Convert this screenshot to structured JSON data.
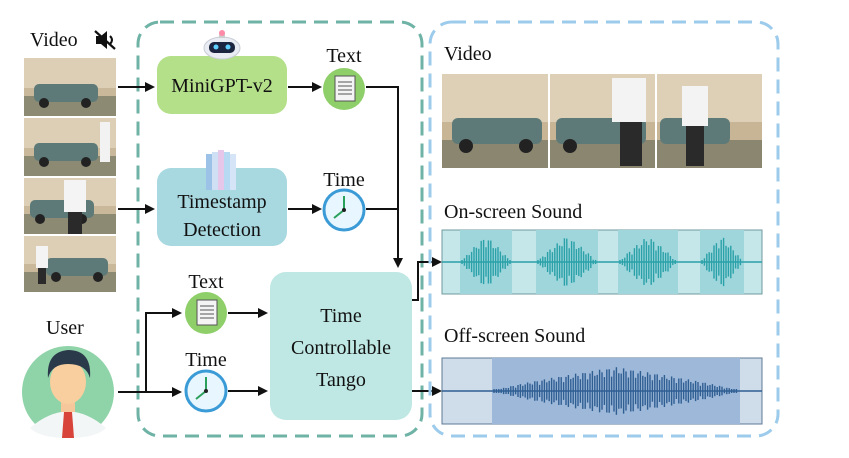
{
  "labels": {
    "video_input": "Video",
    "user": "User",
    "minigpt": "MiniGPT-v2",
    "timestamp_line1": "Timestamp",
    "timestamp_line2": "Detection",
    "text_top": "Text",
    "time_top": "Time",
    "text_user": "Text",
    "time_user": "Time",
    "tango_line1": "Time",
    "tango_line2": "Controllable",
    "tango_line3": "Tango",
    "video_output": "Video",
    "onscreen": "On-screen Sound",
    "offscreen": "Off-screen Sound"
  },
  "colors": {
    "minigpt_fill": "#b5e08a",
    "timestamp_fill": "#a8d8e0",
    "tango_fill": "#bfe8e4",
    "left_panel_border": "#6fb3a6",
    "right_panel_border": "#9ccbec",
    "onscreen_wave": "#2aa1a8",
    "onscreen_bg": "#c5e7ea",
    "onscreen_highlight": "#9ed6dc",
    "offscreen_wave": "#2f5e93",
    "offscreen_bg": "#cfdcea",
    "offscreen_highlight": "#9db8d8",
    "user_avatar_bg": "#8fd3a8"
  },
  "icons": {
    "muted_speaker": "muted-speaker-icon",
    "robot": "robot-icon",
    "document": "document-icon",
    "clock": "clock-icon",
    "book_stack": "book-stack-icon",
    "user_avatar": "user-avatar-icon"
  }
}
